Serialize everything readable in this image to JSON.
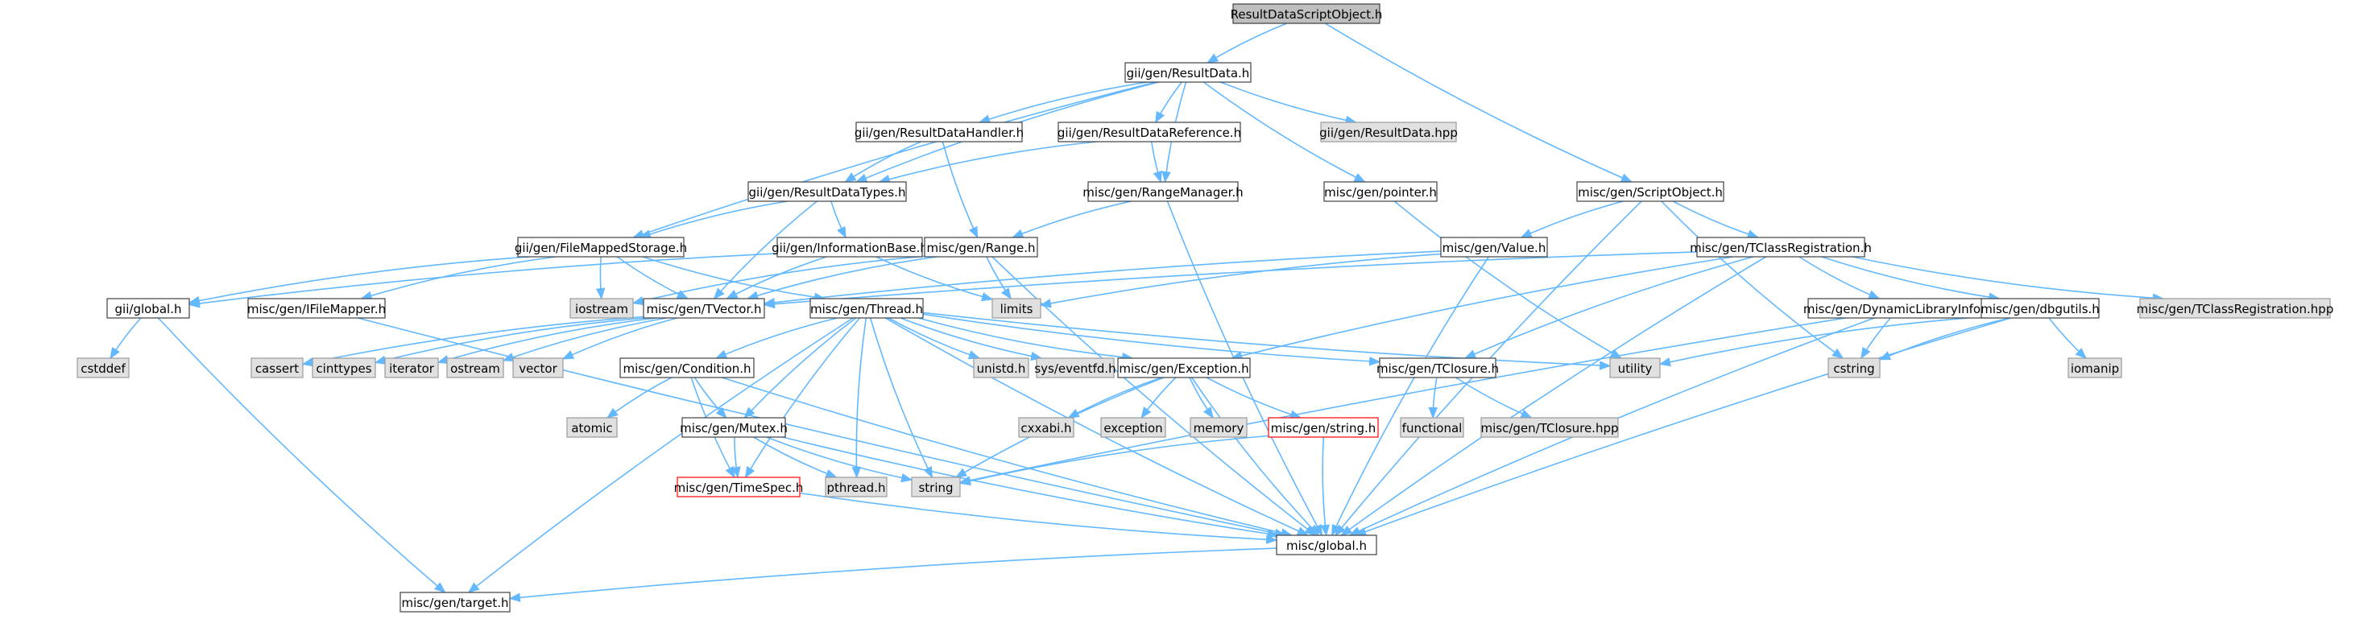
{
  "colors": {
    "edge": "#63b8ff",
    "root_fill": "#bfbfbf",
    "file_fill": "#ffffff",
    "external_fill": "#e0e0e0",
    "border": "#404040",
    "external_border": "#999999",
    "highlight_border": "#ff0000"
  },
  "nodes": [
    {
      "id": "root",
      "label": "ResultDataScriptObject.h",
      "kind": "root"
    },
    {
      "id": "gii_resultdata",
      "label": "gii/gen/ResultData.h",
      "kind": "file"
    },
    {
      "id": "gii_resultdatahandler",
      "label": "gii/gen/ResultDataHandler.h",
      "kind": "file"
    },
    {
      "id": "gii_resultdatareference",
      "label": "gii/gen/ResultDataReference.h",
      "kind": "file"
    },
    {
      "id": "gii_resultdata_hpp",
      "label": "gii/gen/ResultData.hpp",
      "kind": "external"
    },
    {
      "id": "scriptobject",
      "label": "misc/gen/ScriptObject.h",
      "kind": "file"
    },
    {
      "id": "gii_resultdatatypes",
      "label": "gii/gen/ResultDataTypes.h",
      "kind": "file"
    },
    {
      "id": "rangemanager",
      "label": "misc/gen/RangeManager.h",
      "kind": "file"
    },
    {
      "id": "pointer",
      "label": "misc/gen/pointer.h",
      "kind": "file"
    },
    {
      "id": "filemappedstorage",
      "label": "gii/gen/FileMappedStorage.h",
      "kind": "file"
    },
    {
      "id": "informationbase",
      "label": "gii/gen/InformationBase.h",
      "kind": "file"
    },
    {
      "id": "range",
      "label": "misc/gen/Range.h",
      "kind": "file"
    },
    {
      "id": "value",
      "label": "misc/gen/Value.h",
      "kind": "file"
    },
    {
      "id": "tclassregistration",
      "label": "misc/gen/TClassRegistration.h",
      "kind": "file"
    },
    {
      "id": "gii_global",
      "label": "gii/global.h",
      "kind": "file"
    },
    {
      "id": "ifilemapper",
      "label": "misc/gen/IFileMapper.h",
      "kind": "file"
    },
    {
      "id": "iostream",
      "label": "iostream",
      "kind": "external"
    },
    {
      "id": "tvector",
      "label": "misc/gen/TVector.h",
      "kind": "file"
    },
    {
      "id": "thread",
      "label": "misc/gen/Thread.h",
      "kind": "file"
    },
    {
      "id": "limits",
      "label": "limits",
      "kind": "external"
    },
    {
      "id": "dynamiclibraryinfo",
      "label": "misc/gen/DynamicLibraryInfo.h",
      "kind": "file"
    },
    {
      "id": "dbgutils",
      "label": "misc/gen/dbgutils.h",
      "kind": "file"
    },
    {
      "id": "tclassregistration_hpp",
      "label": "misc/gen/TClassRegistration.hpp",
      "kind": "external"
    },
    {
      "id": "cstddef",
      "label": "cstddef",
      "kind": "external"
    },
    {
      "id": "cassert",
      "label": "cassert",
      "kind": "external"
    },
    {
      "id": "cinttypes",
      "label": "cinttypes",
      "kind": "external"
    },
    {
      "id": "iterator",
      "label": "iterator",
      "kind": "external"
    },
    {
      "id": "ostream",
      "label": "ostream",
      "kind": "external"
    },
    {
      "id": "vector",
      "label": "vector",
      "kind": "external"
    },
    {
      "id": "condition",
      "label": "misc/gen/Condition.h",
      "kind": "file"
    },
    {
      "id": "unistd",
      "label": "unistd.h",
      "kind": "external"
    },
    {
      "id": "eventfd",
      "label": "sys/eventfd.h",
      "kind": "external"
    },
    {
      "id": "exception_h",
      "label": "misc/gen/Exception.h",
      "kind": "file"
    },
    {
      "id": "tclosure",
      "label": "misc/gen/TClosure.h",
      "kind": "file"
    },
    {
      "id": "utility",
      "label": "utility",
      "kind": "external"
    },
    {
      "id": "cstring",
      "label": "cstring",
      "kind": "external"
    },
    {
      "id": "iomanip",
      "label": "iomanip",
      "kind": "external"
    },
    {
      "id": "atomic",
      "label": "atomic",
      "kind": "external"
    },
    {
      "id": "mutex",
      "label": "misc/gen/Mutex.h",
      "kind": "file"
    },
    {
      "id": "cxxabi",
      "label": "cxxabi.h",
      "kind": "external"
    },
    {
      "id": "exception",
      "label": "exception",
      "kind": "external"
    },
    {
      "id": "memory",
      "label": "memory",
      "kind": "external"
    },
    {
      "id": "misc_string",
      "label": "misc/gen/string.h",
      "kind": "highlight"
    },
    {
      "id": "functional",
      "label": "functional",
      "kind": "external"
    },
    {
      "id": "tclosure_hpp",
      "label": "misc/gen/TClosure.hpp",
      "kind": "external"
    },
    {
      "id": "timespec",
      "label": "misc/gen/TimeSpec.h",
      "kind": "highlight"
    },
    {
      "id": "pthread",
      "label": "pthread.h",
      "kind": "external"
    },
    {
      "id": "string",
      "label": "string",
      "kind": "external"
    },
    {
      "id": "misc_global",
      "label": "misc/global.h",
      "kind": "file"
    },
    {
      "id": "target",
      "label": "misc/gen/target.h",
      "kind": "file"
    }
  ],
  "edges": [
    [
      "root",
      "gii_resultdata"
    ],
    [
      "root",
      "scriptobject"
    ],
    [
      "gii_resultdata",
      "gii_resultdatahandler"
    ],
    [
      "gii_resultdata",
      "gii_resultdatareference"
    ],
    [
      "gii_resultdata",
      "gii_resultdata_hpp"
    ],
    [
      "gii_resultdata",
      "gii_resultdatatypes"
    ],
    [
      "gii_resultdata",
      "rangemanager"
    ],
    [
      "gii_resultdata",
      "pointer"
    ],
    [
      "gii_resultdata",
      "filemappedstorage"
    ],
    [
      "gii_resultdatahandler",
      "gii_resultdatatypes"
    ],
    [
      "gii_resultdatahandler",
      "range"
    ],
    [
      "gii_resultdatareference",
      "gii_resultdatatypes"
    ],
    [
      "gii_resultdatareference",
      "rangemanager"
    ],
    [
      "gii_resultdatatypes",
      "filemappedstorage"
    ],
    [
      "gii_resultdatatypes",
      "informationbase"
    ],
    [
      "gii_resultdatatypes",
      "tvector"
    ],
    [
      "rangemanager",
      "range"
    ],
    [
      "rangemanager",
      "misc_global"
    ],
    [
      "pointer",
      "utility"
    ],
    [
      "scriptobject",
      "value"
    ],
    [
      "scriptobject",
      "tclassregistration"
    ],
    [
      "scriptobject",
      "cstring"
    ],
    [
      "scriptobject",
      "misc_global"
    ],
    [
      "filemappedstorage",
      "gii_global"
    ],
    [
      "filemappedstorage",
      "ifilemapper"
    ],
    [
      "filemappedstorage",
      "iostream"
    ],
    [
      "filemappedstorage",
      "tvector"
    ],
    [
      "filemappedstorage",
      "thread"
    ],
    [
      "informationbase",
      "gii_global"
    ],
    [
      "informationbase",
      "tvector"
    ],
    [
      "informationbase",
      "limits"
    ],
    [
      "range",
      "limits"
    ],
    [
      "range",
      "tvector"
    ],
    [
      "range",
      "iostream"
    ],
    [
      "range",
      "misc_global"
    ],
    [
      "value",
      "tvector"
    ],
    [
      "value",
      "limits"
    ],
    [
      "value",
      "misc_global"
    ],
    [
      "tclassregistration",
      "tvector"
    ],
    [
      "tclassregistration",
      "exception_h"
    ],
    [
      "tclassregistration",
      "tclosure"
    ],
    [
      "tclassregistration",
      "dynamiclibraryinfo"
    ],
    [
      "tclassregistration",
      "dbgutils"
    ],
    [
      "tclassregistration",
      "tclassregistration_hpp"
    ],
    [
      "tclassregistration",
      "misc_global"
    ],
    [
      "gii_global",
      "cstddef"
    ],
    [
      "gii_global",
      "target"
    ],
    [
      "ifilemapper",
      "misc_global"
    ],
    [
      "tvector",
      "cassert"
    ],
    [
      "tvector",
      "cinttypes"
    ],
    [
      "tvector",
      "iterator"
    ],
    [
      "tvector",
      "ostream"
    ],
    [
      "tvector",
      "vector"
    ],
    [
      "thread",
      "condition"
    ],
    [
      "thread",
      "unistd"
    ],
    [
      "thread",
      "eventfd"
    ],
    [
      "thread",
      "exception_h"
    ],
    [
      "thread",
      "tclosure"
    ],
    [
      "thread",
      "utility"
    ],
    [
      "thread",
      "mutex"
    ],
    [
      "thread",
      "timespec"
    ],
    [
      "thread",
      "pthread"
    ],
    [
      "thread",
      "string"
    ],
    [
      "thread",
      "misc_global"
    ],
    [
      "thread",
      "target"
    ],
    [
      "dynamiclibraryinfo",
      "cstring"
    ],
    [
      "dynamiclibraryinfo",
      "string"
    ],
    [
      "dynamiclibraryinfo",
      "misc_global"
    ],
    [
      "dbgutils",
      "utility"
    ],
    [
      "dbgutils",
      "cstring"
    ],
    [
      "dbgutils",
      "iomanip"
    ],
    [
      "dbgutils",
      "misc_global"
    ],
    [
      "condition",
      "atomic"
    ],
    [
      "condition",
      "mutex"
    ],
    [
      "condition",
      "timespec"
    ],
    [
      "condition",
      "misc_global"
    ],
    [
      "exception_h",
      "cxxabi"
    ],
    [
      "exception_h",
      "exception"
    ],
    [
      "exception_h",
      "memory"
    ],
    [
      "exception_h",
      "misc_string"
    ],
    [
      "exception_h",
      "string"
    ],
    [
      "exception_h",
      "misc_global"
    ],
    [
      "tclosure",
      "functional"
    ],
    [
      "tclosure",
      "tclosure_hpp"
    ],
    [
      "mutex",
      "timespec"
    ],
    [
      "mutex",
      "pthread"
    ],
    [
      "mutex",
      "string"
    ],
    [
      "mutex",
      "misc_global"
    ],
    [
      "misc_string",
      "string"
    ],
    [
      "misc_string",
      "misc_global"
    ],
    [
      "timespec",
      "misc_global"
    ],
    [
      "misc_global",
      "target"
    ]
  ]
}
